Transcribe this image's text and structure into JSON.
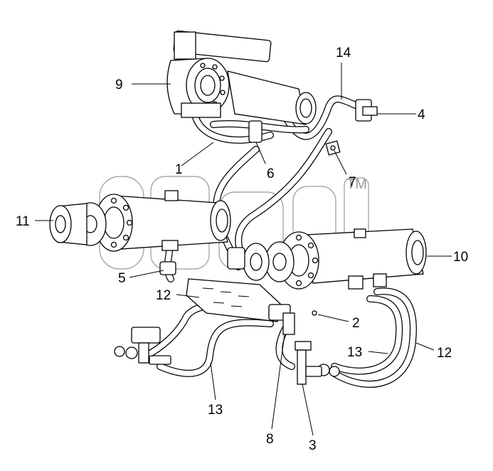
{
  "watermark": {
    "trademark": "TM"
  },
  "callouts": {
    "c1": "1",
    "c2": "2",
    "c3": "3",
    "c4": "4",
    "c5": "5",
    "c6": "6",
    "c7": "7",
    "c8": "8",
    "c9": "9",
    "c10": "10",
    "c11": "11",
    "c12a": "12",
    "c12b": "12",
    "c13a": "13",
    "c13b": "13",
    "c14": "14"
  }
}
